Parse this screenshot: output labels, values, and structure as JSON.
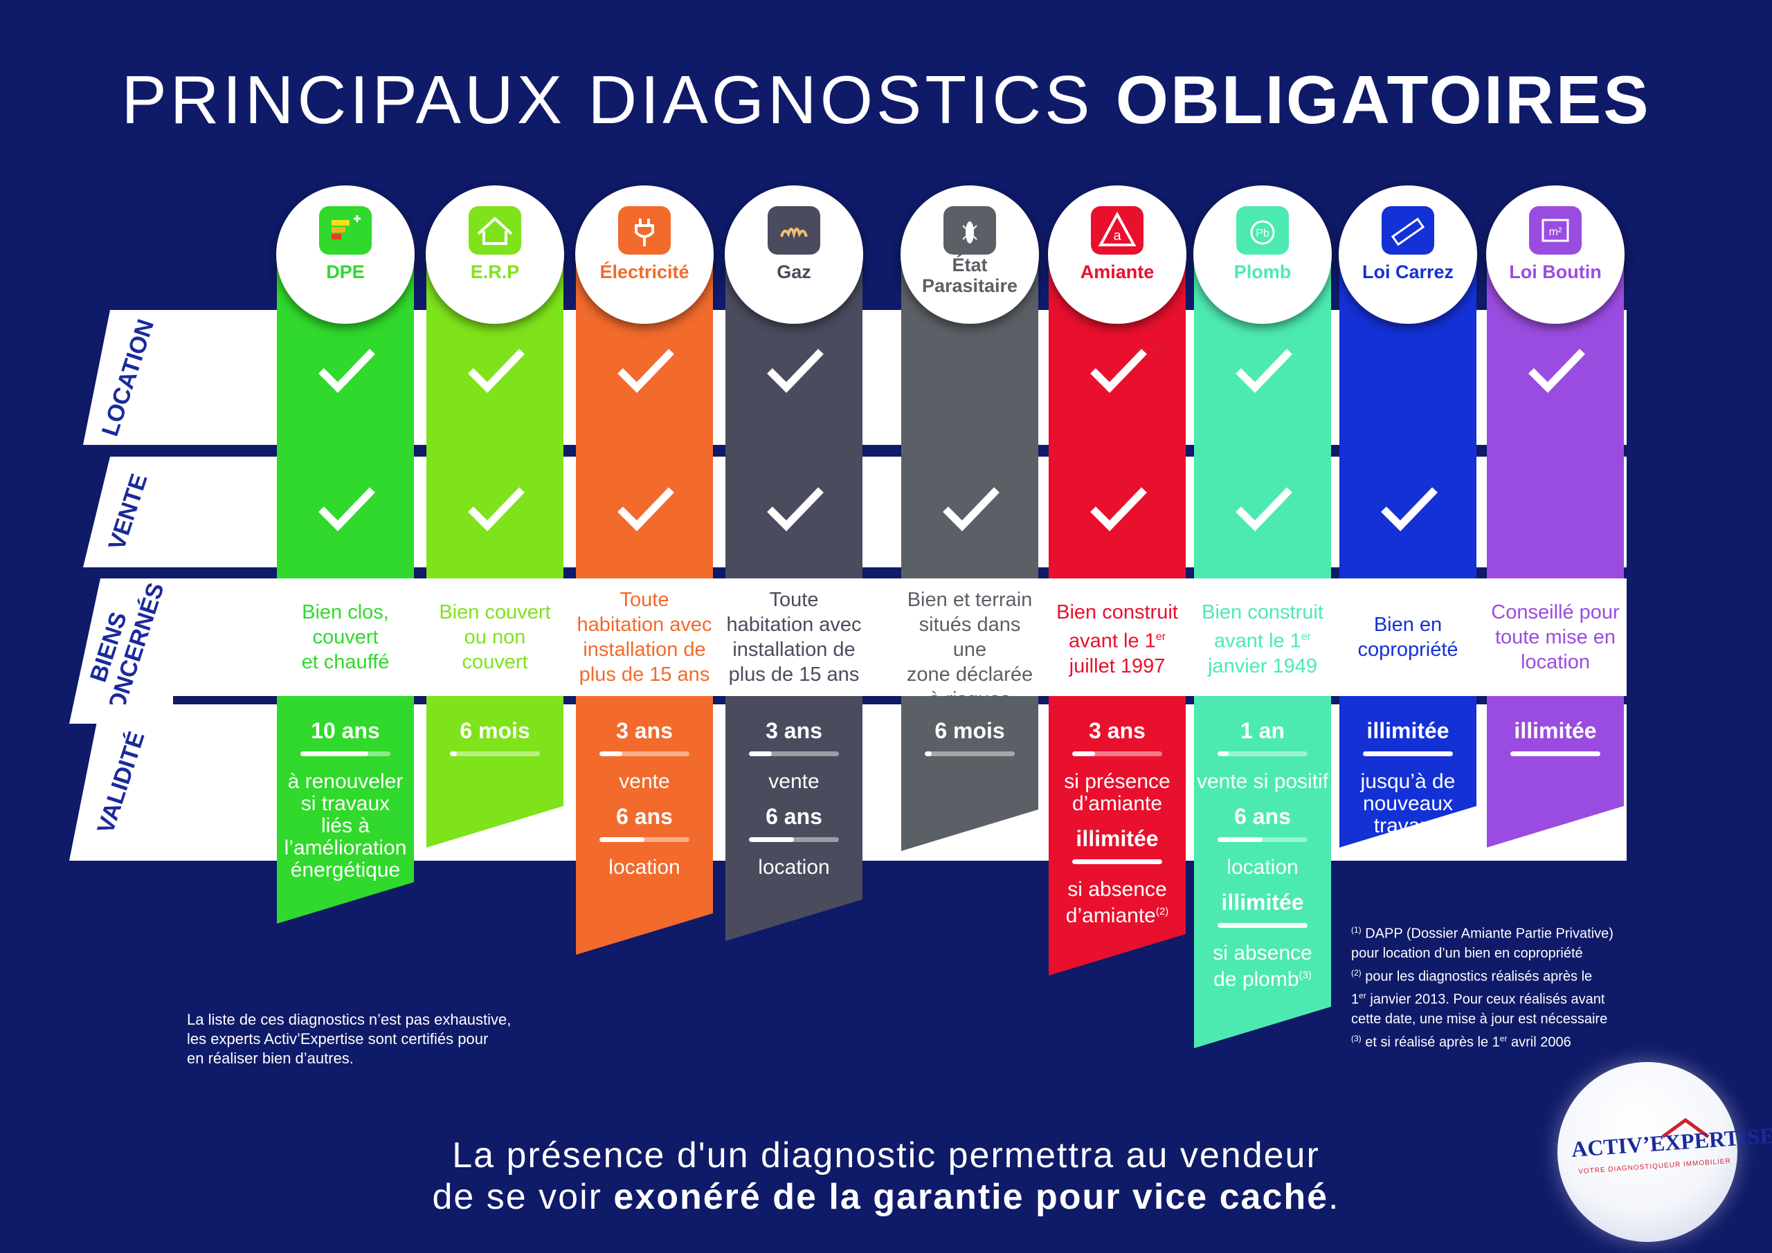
{
  "title": {
    "light": "PRINCIPAUX DIAGNOSTICS ",
    "bold": "OBLIGATOIRES"
  },
  "rows": {
    "location": "LOCATION",
    "vente": "VENTE",
    "biens_line1": "BIENS",
    "biens_line2": "CONCERNÉS",
    "validite": "VALIDITÉ"
  },
  "colors": {
    "background": "#0f1a68",
    "row_label": "#1a2a9c"
  },
  "columns": [
    {
      "id": "dpe",
      "name": "DPE",
      "color": "#30d92b",
      "icon": "energy-label-icon",
      "location": true,
      "vente": true,
      "biens": [
        "Bien clos,",
        "couvert",
        "et chauffé"
      ],
      "validite": [
        {
          "type": "big",
          "text": "10 ans"
        },
        {
          "type": "bar",
          "fill": 0.75
        },
        {
          "type": "text",
          "text": "à renouveler"
        },
        {
          "type": "text",
          "text": "si travaux"
        },
        {
          "type": "text",
          "text": "liés à"
        },
        {
          "type": "text",
          "text": "l’amélioration"
        },
        {
          "type": "text",
          "text": "énergétique"
        }
      ]
    },
    {
      "id": "erp",
      "name": "E.R.P",
      "color": "#7ee31a",
      "icon": "house-risk-icon",
      "location": true,
      "vente": true,
      "biens": [
        "Bien couvert",
        "ou non",
        "couvert"
      ],
      "validite": [
        {
          "type": "big",
          "text": "6 mois"
        },
        {
          "type": "bar",
          "fill": 0.05
        }
      ]
    },
    {
      "id": "electricite",
      "name": "Électricité",
      "color": "#f26a2c",
      "icon": "electric-plug-icon",
      "location": true,
      "vente": true,
      "biens": [
        "Toute",
        "habitation avec",
        "installation de",
        "plus de 15 ans"
      ],
      "validite": [
        {
          "type": "big",
          "text": "3 ans"
        },
        {
          "type": "bar",
          "fill": 0.25
        },
        {
          "type": "text",
          "text": "vente"
        },
        {
          "type": "big",
          "text": "6 ans"
        },
        {
          "type": "bar",
          "fill": 0.5
        },
        {
          "type": "text",
          "text": "location"
        }
      ]
    },
    {
      "id": "gaz",
      "name": "Gaz",
      "color": "#4a4c5e",
      "icon": "gas-flame-icon",
      "location": true,
      "vente": true,
      "biens": [
        "Toute",
        "habitation avec",
        "installation de",
        "plus de 15 ans"
      ],
      "validite": [
        {
          "type": "big",
          "text": "3 ans"
        },
        {
          "type": "bar",
          "fill": 0.25
        },
        {
          "type": "text",
          "text": "vente"
        },
        {
          "type": "big",
          "text": "6 ans"
        },
        {
          "type": "bar",
          "fill": 0.5
        },
        {
          "type": "text",
          "text": "location"
        }
      ]
    },
    {
      "id": "parasitaire",
      "name": "État",
      "name2": "Parasitaire",
      "color": "#5b5f66",
      "icon": "termite-icon",
      "location": false,
      "vente": true,
      "biens": [
        "Bien et terrain",
        "situés dans une",
        "zone déclarée",
        "à risques"
      ],
      "validite": [
        {
          "type": "big",
          "text": "6 mois"
        },
        {
          "type": "bar",
          "fill": 0.05
        }
      ]
    },
    {
      "id": "amiante",
      "name": "Amiante",
      "color": "#e8102d",
      "icon": "asbestos-warning-icon",
      "location": true,
      "location_note": "(1)",
      "vente": true,
      "biens": [
        "Bien construit",
        "avant le 1|er",
        "juillet 1997"
      ],
      "validite": [
        {
          "type": "big",
          "text": "3 ans"
        },
        {
          "type": "bar",
          "fill": 0.25
        },
        {
          "type": "text",
          "text": "si présence"
        },
        {
          "type": "text",
          "text": "d’amiante"
        },
        {
          "type": "big",
          "text": "illimitée"
        },
        {
          "type": "bar",
          "fill": 1
        },
        {
          "type": "text",
          "text": "si absence"
        },
        {
          "type": "text",
          "text": "d’amiante|(2)"
        }
      ]
    },
    {
      "id": "plomb",
      "name": "Plomb",
      "color": "#4ceab0",
      "icon": "lead-pb-icon",
      "location": true,
      "vente": true,
      "biens": [
        "Bien construit",
        "avant le 1|er",
        "janvier 1949"
      ],
      "validite": [
        {
          "type": "big",
          "text": "1 an"
        },
        {
          "type": "bar",
          "fill": 0.12
        },
        {
          "type": "text",
          "text": "vente si positif"
        },
        {
          "type": "big",
          "text": "6 ans"
        },
        {
          "type": "bar",
          "fill": 0.5
        },
        {
          "type": "text",
          "text": "location"
        },
        {
          "type": "big",
          "text": "illimitée"
        },
        {
          "type": "bar",
          "fill": 1
        },
        {
          "type": "text",
          "text": "si absence"
        },
        {
          "type": "text",
          "text": "de plomb|(3)"
        }
      ]
    },
    {
      "id": "carrez",
      "name": "Loi Carrez",
      "color": "#1431d6",
      "icon": "ruler-measure-icon",
      "location": false,
      "vente": true,
      "biens": [
        "Bien en",
        "copropriété"
      ],
      "validite": [
        {
          "type": "big",
          "text": "illimitée"
        },
        {
          "type": "bar",
          "fill": 1
        },
        {
          "type": "text",
          "text": "jusqu’à de"
        },
        {
          "type": "text",
          "text": "nouveaux"
        },
        {
          "type": "text",
          "text": "travaux"
        }
      ]
    },
    {
      "id": "boutin",
      "name": "Loi Boutin",
      "color": "#9b4ce0",
      "icon": "square-meter-icon",
      "location": true,
      "vente": false,
      "biens": [
        "Conseillé pour",
        "toute mise en",
        "location"
      ],
      "validite": [
        {
          "type": "big",
          "text": "illimitée"
        },
        {
          "type": "bar",
          "fill": 1
        }
      ]
    }
  ],
  "note_left": [
    "La liste de ces diagnostics n’est pas exhaustive,",
    "les experts Activ’Expertise sont certifiés pour",
    "en réaliser bien d’autres."
  ],
  "footnotes": [
    {
      "mark": "(1)",
      "text": " DAPP (Dossier Amiante Partie Privative)"
    },
    {
      "mark": "",
      "text": "pour location d’un bien en copropriété"
    },
    {
      "mark": "(2)",
      "text": " pour les diagnostics réalisés après le"
    },
    {
      "mark": "",
      "text": "1|er| janvier 2013. Pour ceux réalisés avant"
    },
    {
      "mark": "",
      "text": "cette date, une mise à jour est nécessaire"
    },
    {
      "mark": "(3)",
      "text": " et si réalisé après le 1|er| avril 2006"
    }
  ],
  "bottom": {
    "line1": "La présence d'un diagnostic permettra au vendeur",
    "line2_normal": "de se voir ",
    "line2_bold": "exonéré de la garantie pour vice caché",
    "line2_end": "."
  },
  "logo": {
    "name": "ACTIV’EXPERTISE",
    "tagline": "VOTRE DIAGNOSTIQUEUR IMMOBILIER"
  }
}
